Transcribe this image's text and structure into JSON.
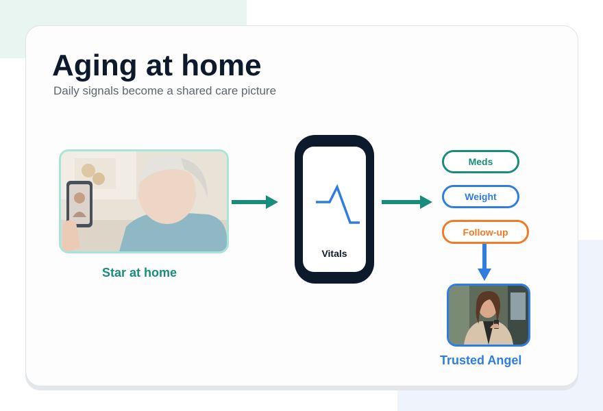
{
  "header": {
    "title": "Aging at home",
    "subtitle": "Daily signals become a shared care picture"
  },
  "source": {
    "caption": "Star at home"
  },
  "device": {
    "label": "Vitals"
  },
  "signals": {
    "meds": "Meds",
    "weight": "Weight",
    "follow_up": "Follow-up"
  },
  "recipient": {
    "caption": "Trusted Angel"
  },
  "colors": {
    "teal": "#1a8c7c",
    "blue": "#2f7de1",
    "orange": "#f07a25",
    "navy": "#0d1a2b"
  }
}
